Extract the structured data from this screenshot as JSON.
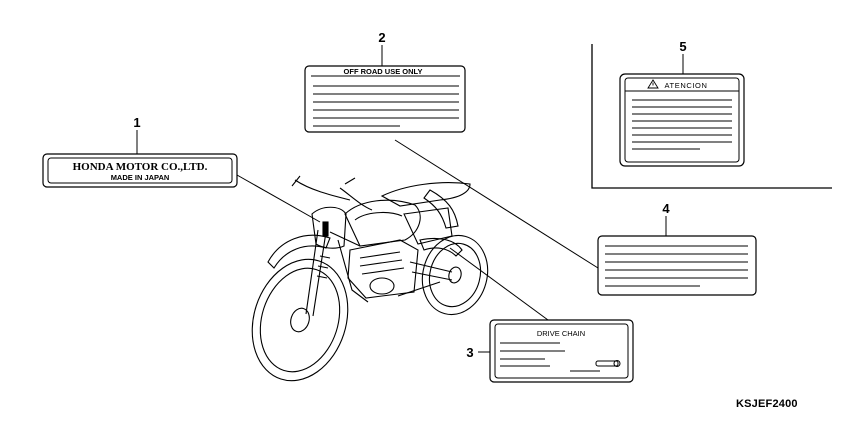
{
  "parts": [
    {
      "callout": "1",
      "lines": [
        "HONDA MOTOR CO.,LTD.",
        "MADE IN JAPAN"
      ]
    },
    {
      "callout": "2",
      "title": "OFF ROAD  USE ONLY"
    },
    {
      "callout": "3",
      "title": "DRIVE CHAIN"
    },
    {
      "callout": "4"
    },
    {
      "callout": "5",
      "title": "ATENCION",
      "title_icon": "warning-triangle-icon"
    }
  ],
  "diagram_code": "KSJEF2400"
}
